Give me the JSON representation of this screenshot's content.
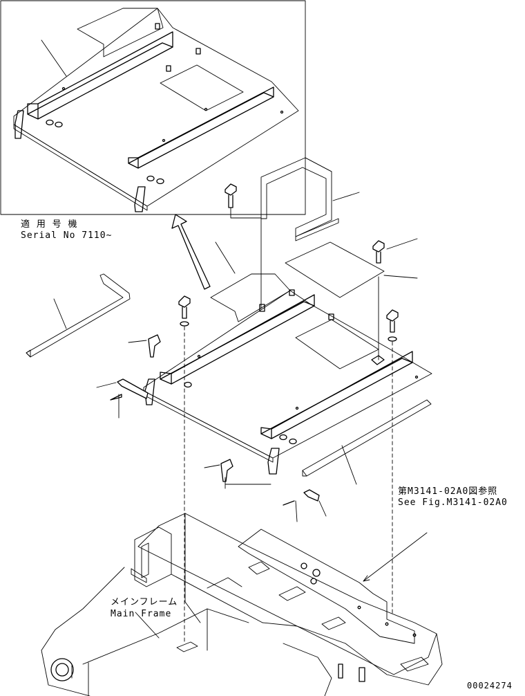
{
  "inset": {
    "serial_ja": "適 用 号 機",
    "serial_en": "Serial No 7110~"
  },
  "reference": {
    "ja": "第M3141-02A0図参照",
    "en": "See Fig.M3141-02A0"
  },
  "main_frame": {
    "ja": "メインフレーム",
    "en": "Main Frame"
  },
  "drawing_number": "00024274"
}
